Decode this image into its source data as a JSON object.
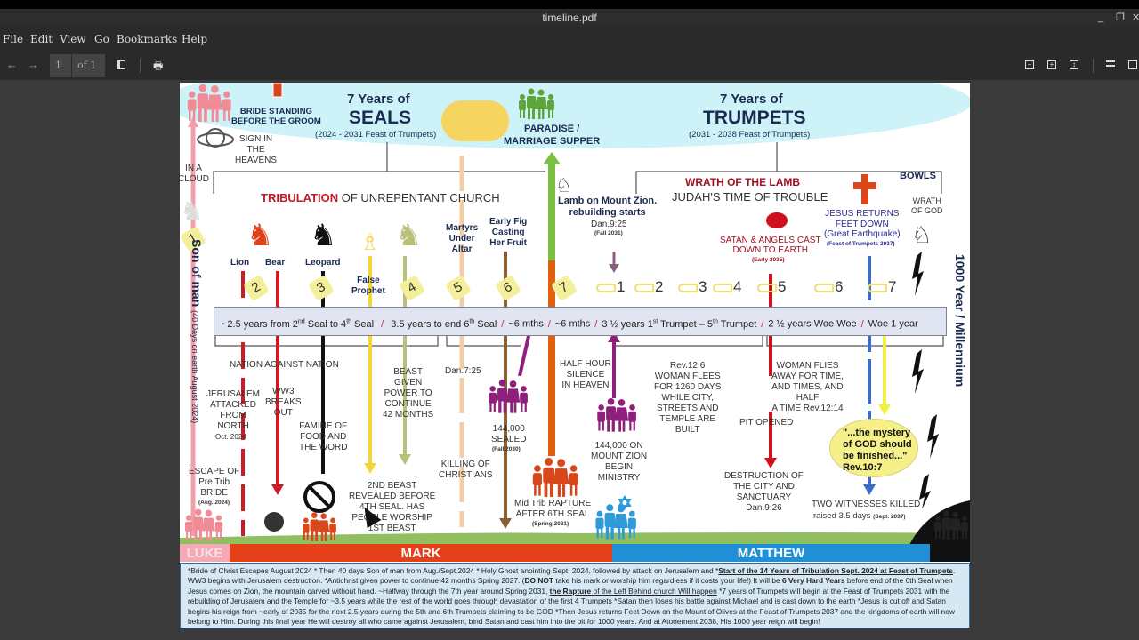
{
  "window": {
    "title": "timeline.pdf",
    "minimize": "_",
    "restore": "❐",
    "close": "✕"
  },
  "menu": [
    "File",
    "Edit",
    "View",
    "Go",
    "Bookmarks",
    "Help"
  ],
  "toolbar": {
    "back": "←",
    "forward": "→",
    "page": "1",
    "page_total": "of 1",
    "print": "🖶"
  },
  "doc": {
    "header": {
      "bride_standing": "BRIDE STANDING\nBEFORE THE GROOM",
      "seals_pre": "7 Years of",
      "seals": "SEALS",
      "seals_sub": "(2024 - 2031 Feast of Trumpets)",
      "paradise": "PARADISE /\nMARRIAGE SUPPER",
      "trumpets_pre": "7 Years of",
      "trumpets": "TRUMPETS",
      "trumpets_sub": "(2031 - 2038 Feast of Trumpets)",
      "sign": "SIGN IN\nTHE\nHEAVENS",
      "cloud": "IN A\nCLOUD"
    },
    "tribulation_red": "TRIBULATION",
    "tribulation_rest": " OF UNREPENTANT CHURCH",
    "wrath_lamb": "WRATH OF THE LAMB",
    "judah": "JUDAH'S TIME OF TROUBLE",
    "bowls": "BOWLS",
    "wrath_god": "WRATH\nOF GOD",
    "lamb_zion": "Lamb on Mount Zion.\nrebuilding starts",
    "dan925": "Dan.9:25",
    "fall2031": "(Fall 2031)",
    "satan_cast": "SATAN & ANGELS CAST\nDOWN TO EARTH",
    "early2035": "(Early 2035)",
    "jesus_returns": "JESUS RETURNS\nFEET DOWN\n(Great Earthquake)",
    "feast2037": "(Feast of Trumpets 2037)",
    "horses": {
      "lion": "Lion",
      "bear": "Bear",
      "leopard": "Leopard",
      "false_prophet": "False\nProphet"
    },
    "martyrs": "Martyrs\nUnder\nAltar",
    "early_fig": "Early Fig\nCasting\nHer Fruit",
    "seals_numbers": [
      "1",
      "2",
      "3",
      "4",
      "5",
      "6",
      "7"
    ],
    "trumpet_numbers": [
      "1",
      "2",
      "3",
      "4",
      "5",
      "6",
      "7"
    ],
    "band": {
      "s1a": "~2.5 years  from 2",
      "s1b": "nd",
      "s1c": " Seal to  4",
      "s1d": "th",
      "s1e": " Seal",
      "s2a": "3.5 years to end 6",
      "s2b": "th",
      "s2c": " Seal",
      "s3": "~6 mths",
      "s4": "~6 mths",
      "s5a": "3 ½ years 1",
      "s5b": "st",
      "s5c": " Trumpet  –  5",
      "s5d": "th",
      "s5e": " Trumpet",
      "s6": "2 ½ years Woe Woe",
      "s7": "Woe 1 year",
      "sep": "/"
    },
    "son_of_man": "Son of man",
    "son_of_man_sub": "(40 Days on earth August 2024)",
    "millennium": "1000 Year / Millennium",
    "nation": "NATION AGAINST NATION",
    "jerusalem": "JERUSALEM\nATTACKED\nFROM\nNORTH",
    "oct2024": "Oct. 2024",
    "ww3": "WW3\nBREAKS\nOUT",
    "famine": "FAMINE OF\nFOOD AND\nTHE WORD",
    "beast_given": "BEAST\nGIVEN\nPOWER TO\nCONTINUE\n42 MONTHS",
    "dan725": "Dan.7:25",
    "sealed": "144,000\nSEALED",
    "fall2030": "(Fall 2030)",
    "half_hour": "HALF HOUR\nSILENCE\nIN HEAVEN",
    "zion_144": "144,000 ON\nMOUNT ZION\nBEGIN\nMINISTRY",
    "woman_flees": "Rev.12:6\nWOMAN FLEES\nFOR 1260 DAYS\nWHILE CITY,\nSTREETS AND\nTEMPLE ARE\nBUILT",
    "pit": "PIT OPENED",
    "woman_flies": "WOMAN FLIES\nAWAY FOR TIME,\nAND TIMES, AND\nHALF\nA TIME Rev.12:14",
    "mystery": "\"...the mystery\nof GOD should\nbe finished...\"\nRev.10:7",
    "escape": "ESCAPE OF\nPre Trib\nBRIDE",
    "aug2024": "(Aug. 2024)",
    "second_beast": "2ND BEAST\nREVEALED BEFORE\n4TH SEAL. HAS\nPEOPLE WORSHIP\n1ST BEAST",
    "killing": "KILLING OF\nCHRISTIANS",
    "midtrib": "Mid Trib RAPTURE\nAFTER 6TH SEAL",
    "spring2031": "(Spring 2031)",
    "destruction": "DESTRUCTION OF\nTHE CITY AND\nSANCTUARY\nDan.9:26",
    "two_witnesses": "TWO WITNESSES KILLED",
    "raised": "raised 3.5 days",
    "sept2037": "(Sept. 2037)",
    "strip": {
      "luke": "LUKE",
      "mark": "MARK",
      "matthew": "MATTHEW"
    },
    "footnote": {
      "p1": "*Bride of Christ Escapes August 2024 * Then 40 days Son of man from Aug./Sept.2024 * Holy Ghost anointing Sept. 2024, followed by attack on Jerusalem and *",
      "p2": "Start of the 14 Years of Tribulation Sept. 2024 at Feast of Trumpets",
      "p3": ". WW3 begins with Jerusalem destruction. *Antichrist given power to continue 42 months Spring 2027. (",
      "p4": "DO NOT",
      "p5": " take his mark or worship him regardless if it costs your life!) It will be ",
      "p6": "6 Very Hard Years",
      "p7": " before end of the 6th Seal when Jesus comes on Zion, the mountain carved without hand. ~Halfway through the 7th year around Spring 2031, ",
      "p8": "the Rapture",
      "p9": " of the Left Behind church Will happen",
      "p10": " *7 years of Trumpets will begin at the Feast of Trumpets 2031 with the rebuilding of Jerusalem and the Temple for ~3.5 years while the rest of the world goes through devastation of the first 4 Trumpets *Satan then loses his battle against Michael and is cast down to the earth *Jesus is cut off and Satan begins his reign from ~early of 2035 for the next  2.5 years during the 5th and 6th Trumpets claiming to be GOD *Then Jesus returns Feet Down on the Mount of Olives at the Feast of Trumpets 2037 and the kingdoms of earth will now belong to Him. During this final year He will destroy all who came against Jerusalem, bind Satan and cast him into the pit for 1000 years. And at Atonement 2038, His 1000 year reign will begin!"
    },
    "colors": {
      "luke": "#f4a9b6",
      "mark": "#e5401a",
      "matthew": "#1f8fd6",
      "tribulation": "#c2182b",
      "ellipse": "#cdf2f8"
    }
  }
}
